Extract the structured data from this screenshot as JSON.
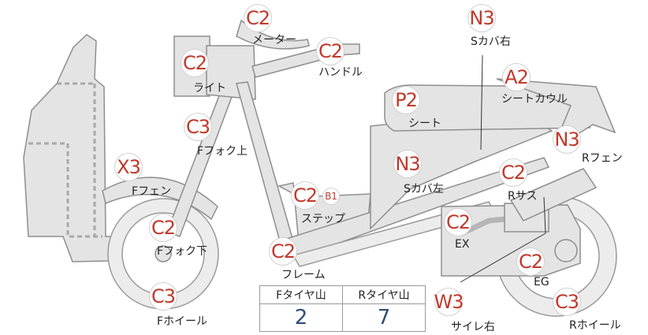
{
  "parts": [
    {
      "id": "meter",
      "code": "C2",
      "label": "メーター"
    },
    {
      "id": "handle",
      "code": "C2",
      "label": "ハンドル"
    },
    {
      "id": "light",
      "code": "C2",
      "label": "ライト"
    },
    {
      "id": "f-fork-upper",
      "code": "C3",
      "label": "Fフォク上"
    },
    {
      "id": "f-fender",
      "code": "X3",
      "label": "Fフェン"
    },
    {
      "id": "f-fork-lower",
      "code": "C2",
      "label": "Fフォク下"
    },
    {
      "id": "f-wheel",
      "code": "C3",
      "label": "Fホイール"
    },
    {
      "id": "s-cover-right",
      "code": "N3",
      "label": "Sカバ右"
    },
    {
      "id": "seat-cowl",
      "code": "A2",
      "label": "シートカウル"
    },
    {
      "id": "seat",
      "code": "P2",
      "label": "シート"
    },
    {
      "id": "r-fender",
      "code": "N3",
      "label": "Rフェン"
    },
    {
      "id": "s-cover-left",
      "code": "N3",
      "label": "Sカバ左"
    },
    {
      "id": "r-suspension",
      "code": "C2",
      "label": "Rサス"
    },
    {
      "id": "step",
      "code": "C2",
      "label": "ステップ",
      "extra_code": "B1"
    },
    {
      "id": "frame",
      "code": "C2",
      "label": "フレーム"
    },
    {
      "id": "exhaust",
      "code": "C2",
      "label": "EX"
    },
    {
      "id": "engine",
      "code": "C2",
      "label": "EG"
    },
    {
      "id": "muffler-right",
      "code": "W3",
      "label": "サイレ右"
    },
    {
      "id": "r-wheel",
      "code": "C3",
      "label": "Rホイール"
    }
  ],
  "tread_table": {
    "front_header": "Fタイヤ山",
    "rear_header": "Rタイヤ山",
    "front_value": "2",
    "rear_value": "7"
  },
  "colors": {
    "code_text": "#c0392b",
    "tread_value": "#2f4e7a",
    "part_fill": "#e4e4e4",
    "part_stroke": "#8e8e8e"
  }
}
